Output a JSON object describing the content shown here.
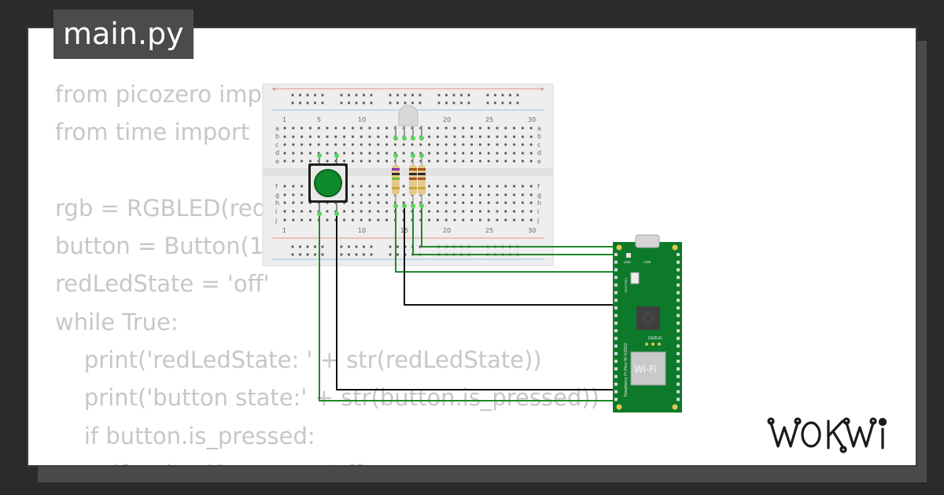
{
  "editor": {
    "filename": "main.py",
    "code_lines": [
      "from picozero imp",
      "from time import",
      "",
      "rgb = RGBLED(red",
      "button = Button(1",
      "redLedState = 'off'",
      "while True:",
      "    print('redLedState: ' + str(redLedState))",
      "    print('button state:' + str(button.is_pressed))",
      "    if button.is_pressed:",
      "        if redLedState == 'off':"
    ]
  },
  "breadboard": {
    "column_numbers": [
      "1",
      "5",
      "10",
      "15",
      "20",
      "25",
      "30"
    ],
    "row_letters_top": [
      "a",
      "b",
      "c",
      "d",
      "e"
    ],
    "row_letters_bottom": [
      "f",
      "g",
      "h",
      "i",
      "j"
    ]
  },
  "pico": {
    "usb_label": "USB",
    "led_label": "LED",
    "bootsel_label": "BOOTSEL",
    "debug_label": "DEBUG",
    "wifi_label": "Wi-Fi",
    "board_text": "Raspberry Pi Pico W ©2022"
  },
  "brand": {
    "logo_text": "WOKWi"
  },
  "colors": {
    "wire_green": "#1d8a2a",
    "wire_black": "#111111",
    "board_green": "#0c7a2a",
    "button_green": "#0f8a2a"
  }
}
